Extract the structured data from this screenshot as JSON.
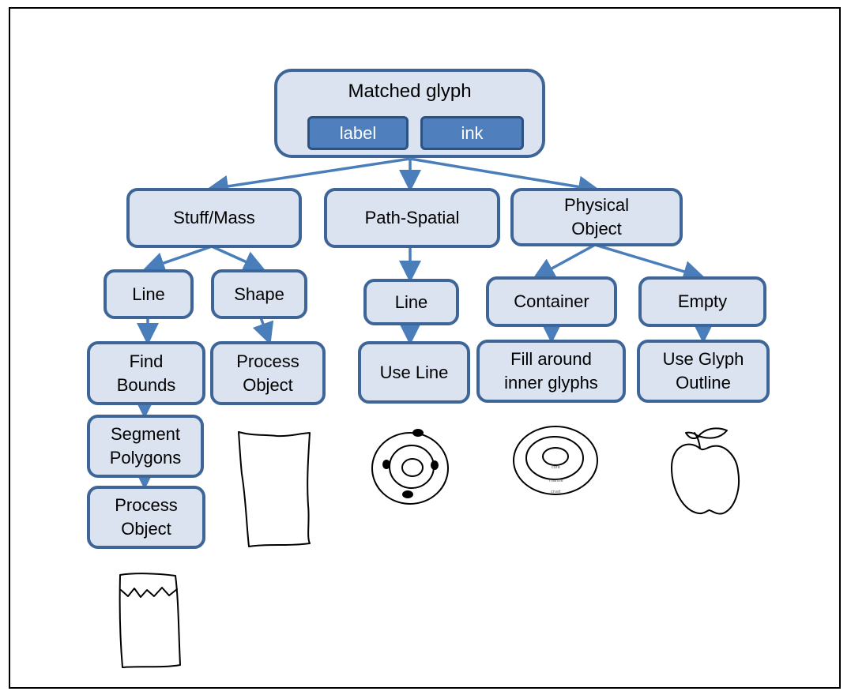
{
  "root": {
    "title": "Matched glyph",
    "tags": [
      "label",
      "ink"
    ]
  },
  "categories": {
    "stuff_mass": "Stuff/Mass",
    "path_spatial": "Path-Spatial",
    "physical_object": [
      "Physical",
      "Object"
    ]
  },
  "stuff": {
    "line": "Line",
    "shape": "Shape",
    "find_bounds": [
      "Find",
      "Bounds"
    ],
    "segment_polygons": [
      "Segment",
      "Polygons"
    ],
    "process_object_1": [
      "Process",
      "Object"
    ],
    "process_object_2": [
      "Process",
      "Object"
    ]
  },
  "path": {
    "line": "Line",
    "use_line": "Use Line"
  },
  "physical": {
    "container": "Container",
    "empty": "Empty",
    "fill_around": [
      "Fill around",
      "inner glyphs"
    ],
    "use_glyph_outline": [
      "Use Glyph",
      "Outline"
    ]
  },
  "sketch_labels": [
    "core",
    "mantle",
    "crust"
  ],
  "colors": {
    "node_fill": "#dbe3f0",
    "node_border": "#3d6597",
    "tag_fill": "#4f7fbd",
    "arrow": "#4a7ebb"
  }
}
